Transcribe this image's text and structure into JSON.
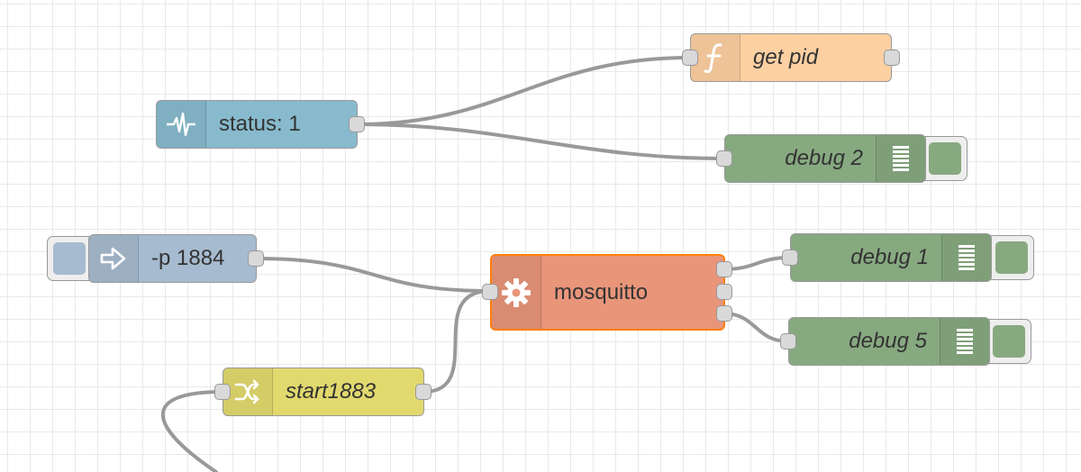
{
  "nodes": {
    "status": {
      "label": "status: 1"
    },
    "get_pid": {
      "label": "get pid"
    },
    "debug2": {
      "label": "debug 2"
    },
    "inject": {
      "label": "-p 1884"
    },
    "mosquitto": {
      "label": "mosquitto"
    },
    "debug1": {
      "label": "debug 1"
    },
    "debug5": {
      "label": "debug 5"
    },
    "change": {
      "label": "start1883"
    }
  },
  "icons": {
    "status": "pulse-icon",
    "get_pid": "function-icon",
    "debug": "list-lines-icon",
    "inject": "arrow-in-icon",
    "exec": "gear-icon",
    "change": "shuffle-icon"
  },
  "colors": {
    "status": "#87bacc",
    "function": "#fdd0a2",
    "debug": "#87a980",
    "inject": "#a6bbcf",
    "exec": "#e8957a",
    "exec_selected_border": "#ff7f0e",
    "change": "#e2d96e",
    "debug_button": "#87a980",
    "inject_button": "#a6bbcf",
    "wire": "#999999"
  }
}
